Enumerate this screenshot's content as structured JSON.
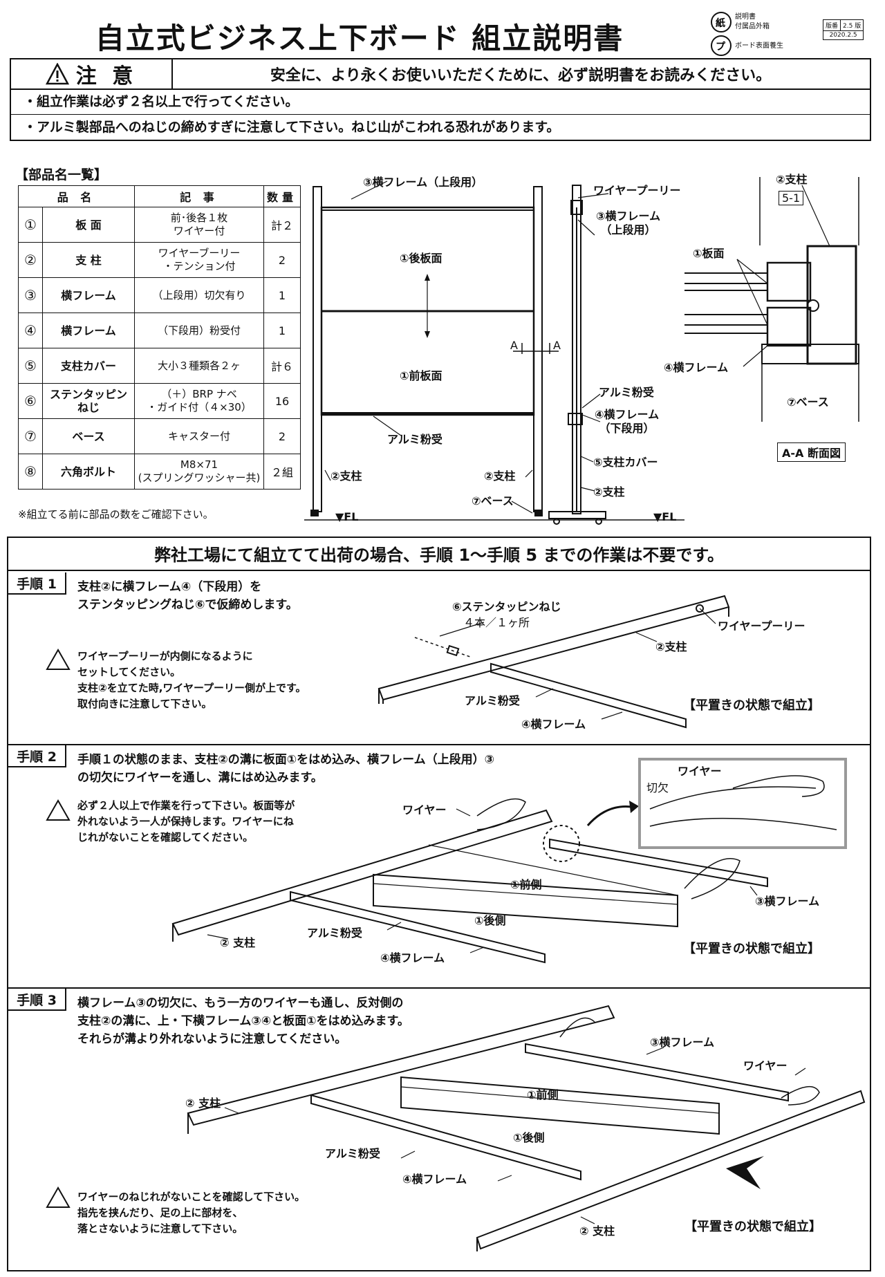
{
  "header": {
    "title": "自立式ビジネス上下ボード 組立説明書",
    "logo_line1": "説明書",
    "logo_line2": "付属品外箱",
    "logo_line3": "ボード表面養生",
    "rev_label": "版番",
    "rev_value": "2.5 版",
    "rev_date": "2020.2.5"
  },
  "caution": {
    "heading": "注 意",
    "message": "安全に、より永くお使いいただくために、必ず説明書をお読みください。",
    "line1": "・組立作業は必ず２名以上で行ってください。",
    "line2": "・アルミ製部品へのねじの締めすぎに注意して下さい。ねじ山がこわれる恐れがあります。"
  },
  "parts": {
    "title": "【部品名一覧】",
    "headers": [
      "品 名",
      "記 事",
      "数量"
    ],
    "rows": [
      {
        "no": "①",
        "name": "板 面",
        "desc": "前･後各１枚\nワイヤー付",
        "qty": "計２"
      },
      {
        "no": "②",
        "name": "支 柱",
        "desc": "ワイヤーブーリー\n・テンション付",
        "qty": "2"
      },
      {
        "no": "③",
        "name": "横フレーム",
        "desc": "（上段用）切欠有り",
        "qty": "1"
      },
      {
        "no": "④",
        "name": "横フレーム",
        "desc": "（下段用）粉受付",
        "qty": "1"
      },
      {
        "no": "⑤",
        "name": "支柱カバー",
        "desc": "大小３種類各２ヶ",
        "qty": "計６"
      },
      {
        "no": "⑥",
        "name": "ステンタッピン\nねじ",
        "desc": "（＋）BRP ナベ\n・ガイド付（４×30）",
        "qty": "16"
      },
      {
        "no": "⑦",
        "name": "ベース",
        "desc": "キャスター付",
        "qty": "2"
      },
      {
        "no": "⑧",
        "name": "六角ボルト",
        "desc": "M8×71\n(スプリングワッシャー共)",
        "qty": "２組"
      }
    ],
    "note": "※組立てる前に部品の数をご確認下さい。"
  },
  "front_view": {
    "top_frame": "③横フレーム（上段用）",
    "back_panel": "①後板面",
    "front_panel": "①前板面",
    "tray": "アルミ粉受",
    "post_left": "②支柱",
    "post_right": "②支柱",
    "base": "⑦ベース",
    "fl": "▼FL",
    "section_a": "A"
  },
  "side_view": {
    "pulley": "ワイヤープーリー",
    "top_frame": "③横フレーム\n（上段用）",
    "tray": "アルミ粉受",
    "bottom_frame": "④横フレーム\n（下段用）",
    "cover": "⑤支柱カバー",
    "post": "②支柱",
    "fl": "▼FL"
  },
  "section": {
    "post": "②支柱",
    "code": "5-1",
    "panel": "①板面",
    "frame": "④横フレーム",
    "base": "⑦ベース",
    "caption": "A-A 断面図"
  },
  "steps": {
    "header": "弊社工場にて組立てて出荷の場合、手順 1～手順 5 までの作業は不要です。",
    "flat_note": "【平置きの状態で組立】",
    "step1": {
      "tag": "手順 1",
      "text": "支柱②に横フレーム④（下段用）を\nステンタッピングねじ⑥で仮締めします。",
      "warn": "ワイヤープーリーが内側になるように\nセットしてください。\n支柱②を立てた時,ワイヤープーリー側が上です。\n取付向きに注意して下さい。",
      "screw": "⑥ステンタッピンねじ",
      "screw_qty": "４本／１ヶ所",
      "pulley": "ワイヤープーリー",
      "post": "②支柱",
      "tray": "アルミ粉受",
      "frame": "④横フレーム"
    },
    "step2": {
      "tag": "手順 2",
      "text": "手順１の状態のまま、支柱②の溝に板面①をはめ込み、横フレーム（上段用）③\nの切欠にワイヤーを通し、溝にはめ込みます。",
      "warn": "必ず２人以上で作業を行って下さい。板面等が\n外れないよう一人が保持します。ワイヤーにね\nじれがないことを確認してください。",
      "wire": "ワイヤー",
      "notch": "切欠",
      "wire2": "ワイヤー",
      "front": "①前側",
      "back": "①後側",
      "frame3": "③横フレーム",
      "post": "② 支柱",
      "tray": "アルミ粉受",
      "frame4": "④横フレーム"
    },
    "step3": {
      "tag": "手順 3",
      "text": "横フレーム③の切欠に、もう一方のワイヤーも通し、反対側の\n支柱②の溝に、上・下横フレーム③④と板面①をはめ込みます。\nそれらが溝より外れないように注意してください。",
      "warn": "ワイヤーのねじれがないことを確認して下さい。\n指先を挟んだり、足の上に部材を、\n落とさないように注意して下さい。",
      "frame3": "③横フレーム",
      "wire": "ワイヤー",
      "front": "①前側",
      "back": "①後側",
      "post_left": "② 支柱",
      "tray": "アルミ粉受",
      "frame4": "④横フレーム",
      "post_right": "② 支柱"
    }
  }
}
